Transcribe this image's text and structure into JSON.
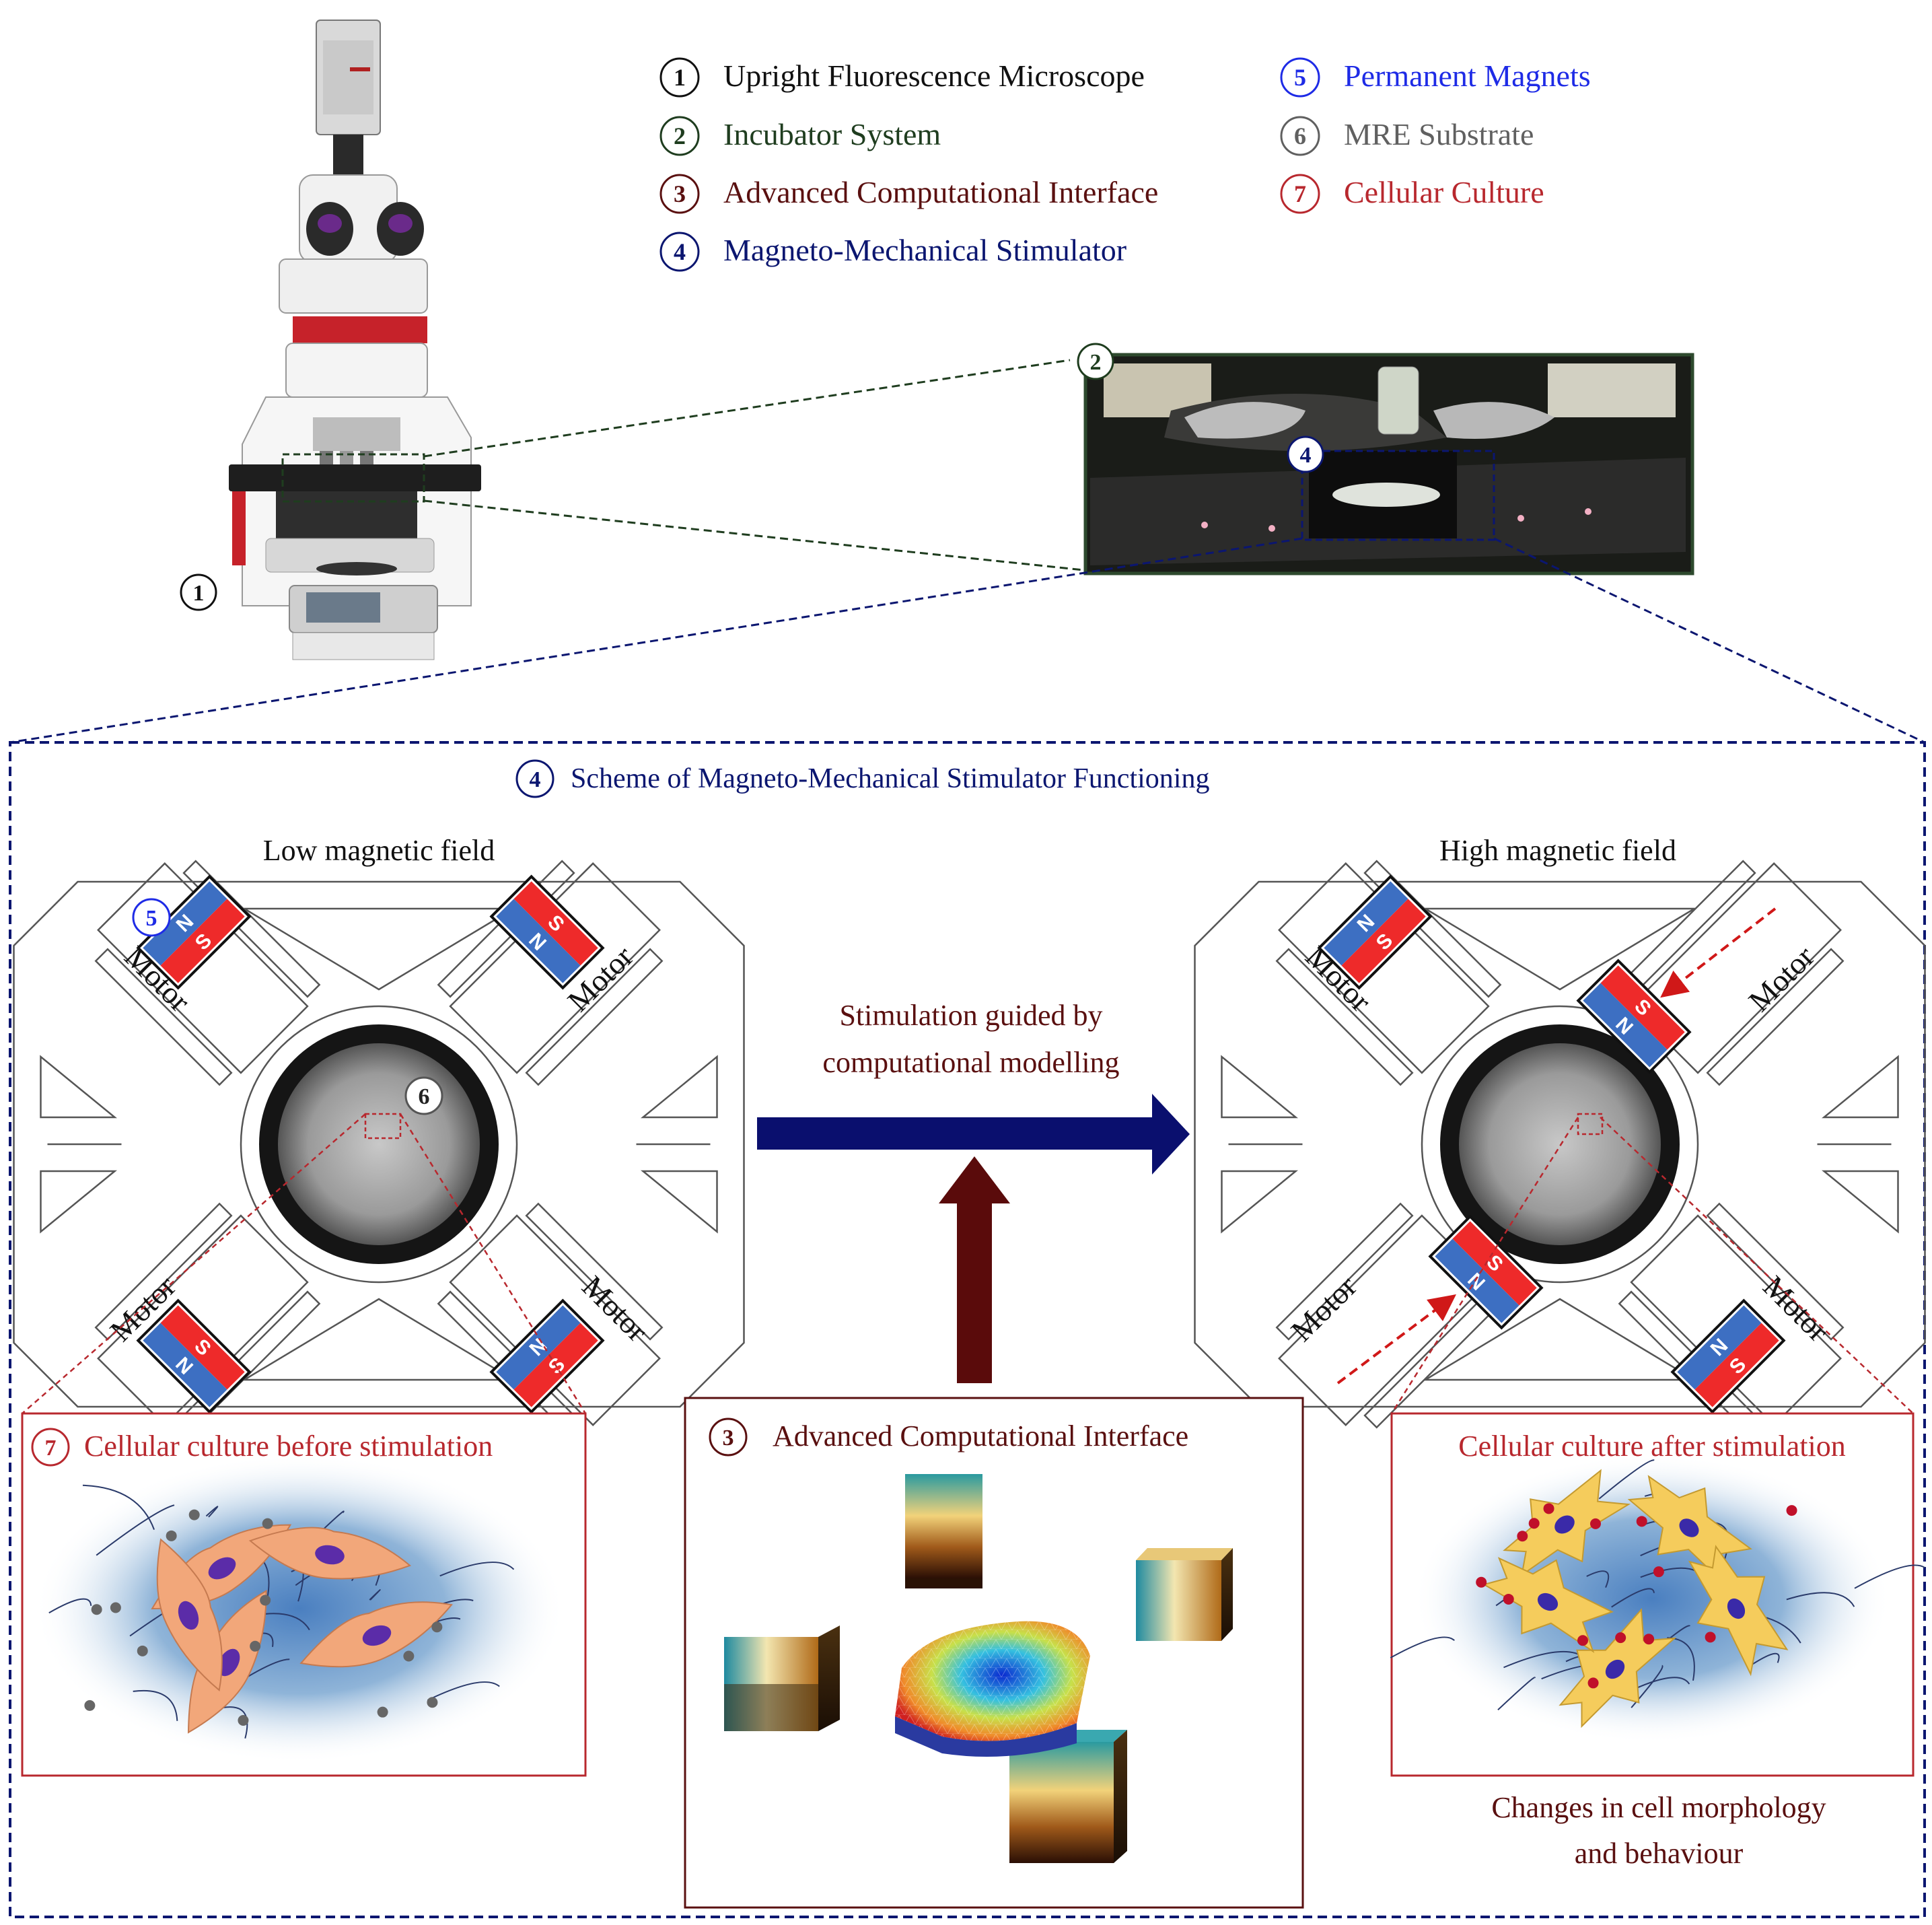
{
  "colors": {
    "black": "#111111",
    "green": "#1f3d1f",
    "brown": "#5a1010",
    "navy": "#0b1670",
    "blue": "#1e2be6",
    "grey": "#606060",
    "red": "#b8282e",
    "magnet_north": "#3d6fc2",
    "magnet_south": "#ee2a2a",
    "arrow_navy": "#0a0f6e",
    "arrow_brown": "#5a0b0b"
  },
  "legend": [
    {
      "num": "1",
      "label": "Upright Fluorescence Microscope",
      "color": "black"
    },
    {
      "num": "2",
      "label": "Incubator System",
      "color": "green"
    },
    {
      "num": "3",
      "label": "Advanced Computational Interface",
      "color": "brown"
    },
    {
      "num": "4",
      "label": "Magneto-Mechanical Stimulator",
      "color": "navy"
    },
    {
      "num": "5",
      "label": "Permanent Magnets",
      "color": "blue"
    },
    {
      "num": "6",
      "label": "MRE Substrate",
      "color": "grey"
    },
    {
      "num": "7",
      "label": "Cellular Culture",
      "color": "red"
    }
  ],
  "photo_labels": {
    "microscope": "1",
    "incubator": "2",
    "stimulator": "4"
  },
  "scheme": {
    "number": "4",
    "title": "Scheme of Magneto-Mechanical Stimulator Functioning",
    "left_title": "Low magnetic field",
    "right_title": "High magnetic field",
    "motor_label": "Motor",
    "north": "N",
    "south": "S",
    "magnet_marker": "5",
    "substrate_marker": "6",
    "stimulation_line1": "Stimulation guided by",
    "stimulation_line2": "computational modelling",
    "culture_before_number": "7",
    "culture_before": "Cellular culture before stimulation",
    "interface_number": "3",
    "interface": "Advanced Computational Interface",
    "culture_after": "Cellular culture after stimulation",
    "changes_line1": "Changes in cell morphology",
    "changes_line2": "and behaviour"
  }
}
